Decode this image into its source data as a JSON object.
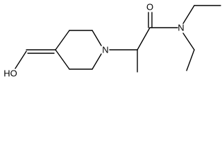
{
  "structure": {
    "atoms": {
      "ring_nitrogen": "N",
      "amide_nitrogen": "N",
      "carbonyl_oxygen": "O",
      "hydroxyl_group": "HO"
    }
  }
}
